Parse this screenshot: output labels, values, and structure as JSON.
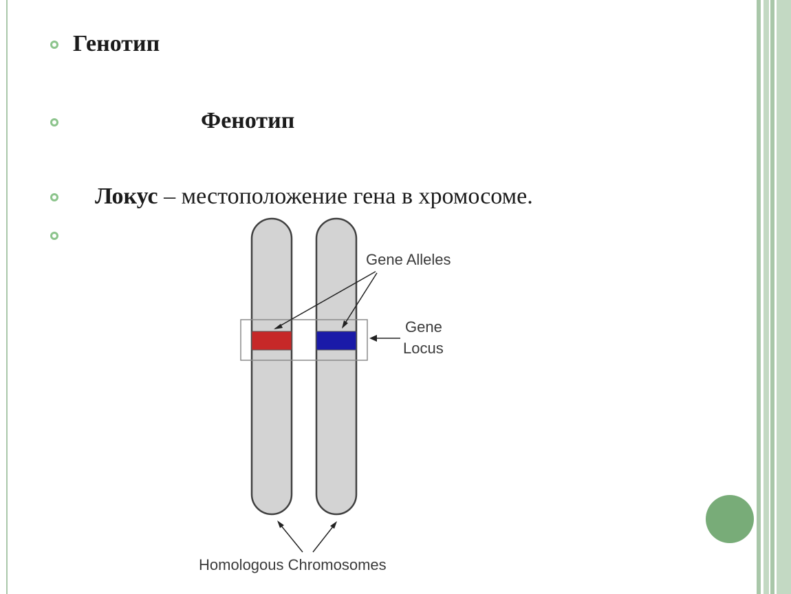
{
  "bullets": [
    {
      "term": "Генотип",
      "rest": ""
    },
    {
      "term": "Фенотип",
      "rest": ""
    },
    {
      "term": "Локус",
      "rest": " – местоположение гена в хромосоме."
    },
    {
      "term": "",
      "rest": ""
    }
  ],
  "diagram": {
    "labels": {
      "gene_alleles": "Gene Alleles",
      "gene_locus_line1": "Gene",
      "gene_locus_line2": "Locus",
      "homologous": "Homologous Chromosomes"
    },
    "colors": {
      "chromosome_fill": "#d3d3d3",
      "chromosome_stroke": "#404040",
      "allele_left": "#c62828",
      "allele_right": "#1a1aa8"
    }
  },
  "theme": {
    "accent": "#8cc48c",
    "decor_circle": "#78ac78"
  }
}
